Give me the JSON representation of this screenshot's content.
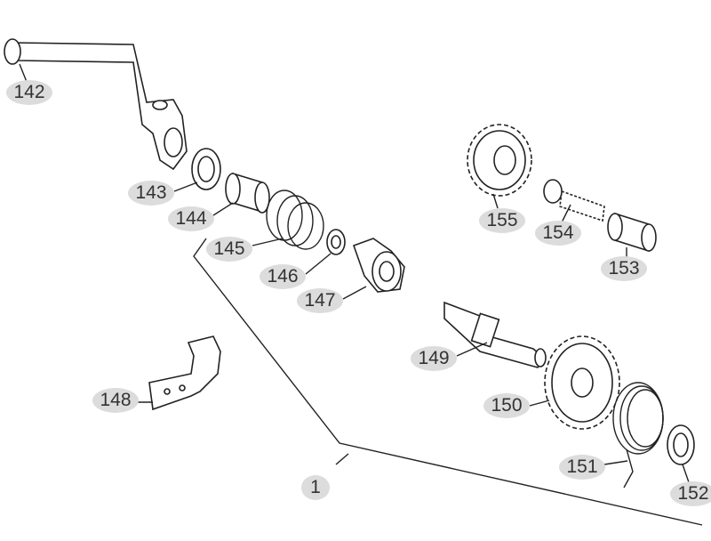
{
  "labels": {
    "p142": "142",
    "p143": "143",
    "p144": "144",
    "p145": "145",
    "p146": "146",
    "p147": "147",
    "p148": "148",
    "p149": "149",
    "p150": "150",
    "p151": "151",
    "p152": "152",
    "p153": "153",
    "p154": "154",
    "p155": "155",
    "p1": "1"
  },
  "colors": {
    "label_bg": "#dcdcdc",
    "line": "#222222"
  }
}
